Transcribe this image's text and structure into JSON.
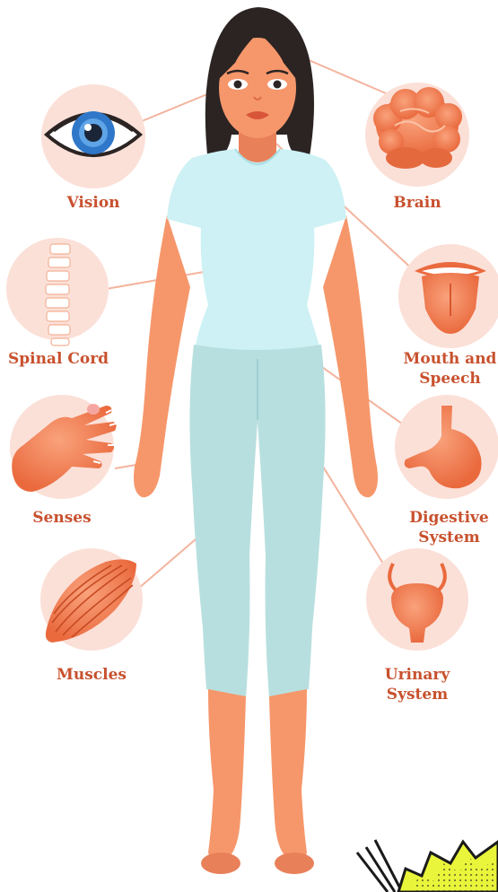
{
  "labels": {
    "vision": "Vision",
    "brain": "Brain",
    "spinal_cord": "Spinal Cord",
    "mouth_line1": "Mouth and",
    "mouth_line2": "Speech",
    "senses": "Senses",
    "digestive_line1": "Digestive",
    "digestive_line2": "System",
    "muscles": "Muscles",
    "urinary_line1": "Urinary",
    "urinary_line2": "System"
  },
  "colors": {
    "circle_bg": "#fbe0d8",
    "label_text": "#c8512e",
    "connector_line": "#f4b49e",
    "skin": "#f6976b",
    "skin_shade": "#e8805a",
    "shirt": "#cdf1f4",
    "leggings": "#b8dfdf",
    "hair": "#2b2423",
    "organ": "#f07a4c",
    "corner_burst": "#e9f53a"
  },
  "icons": [
    "eye-icon",
    "brain-icon",
    "spine-icon",
    "mouth-icon",
    "hand-icon",
    "stomach-icon",
    "muscle-icon",
    "bladder-icon"
  ]
}
